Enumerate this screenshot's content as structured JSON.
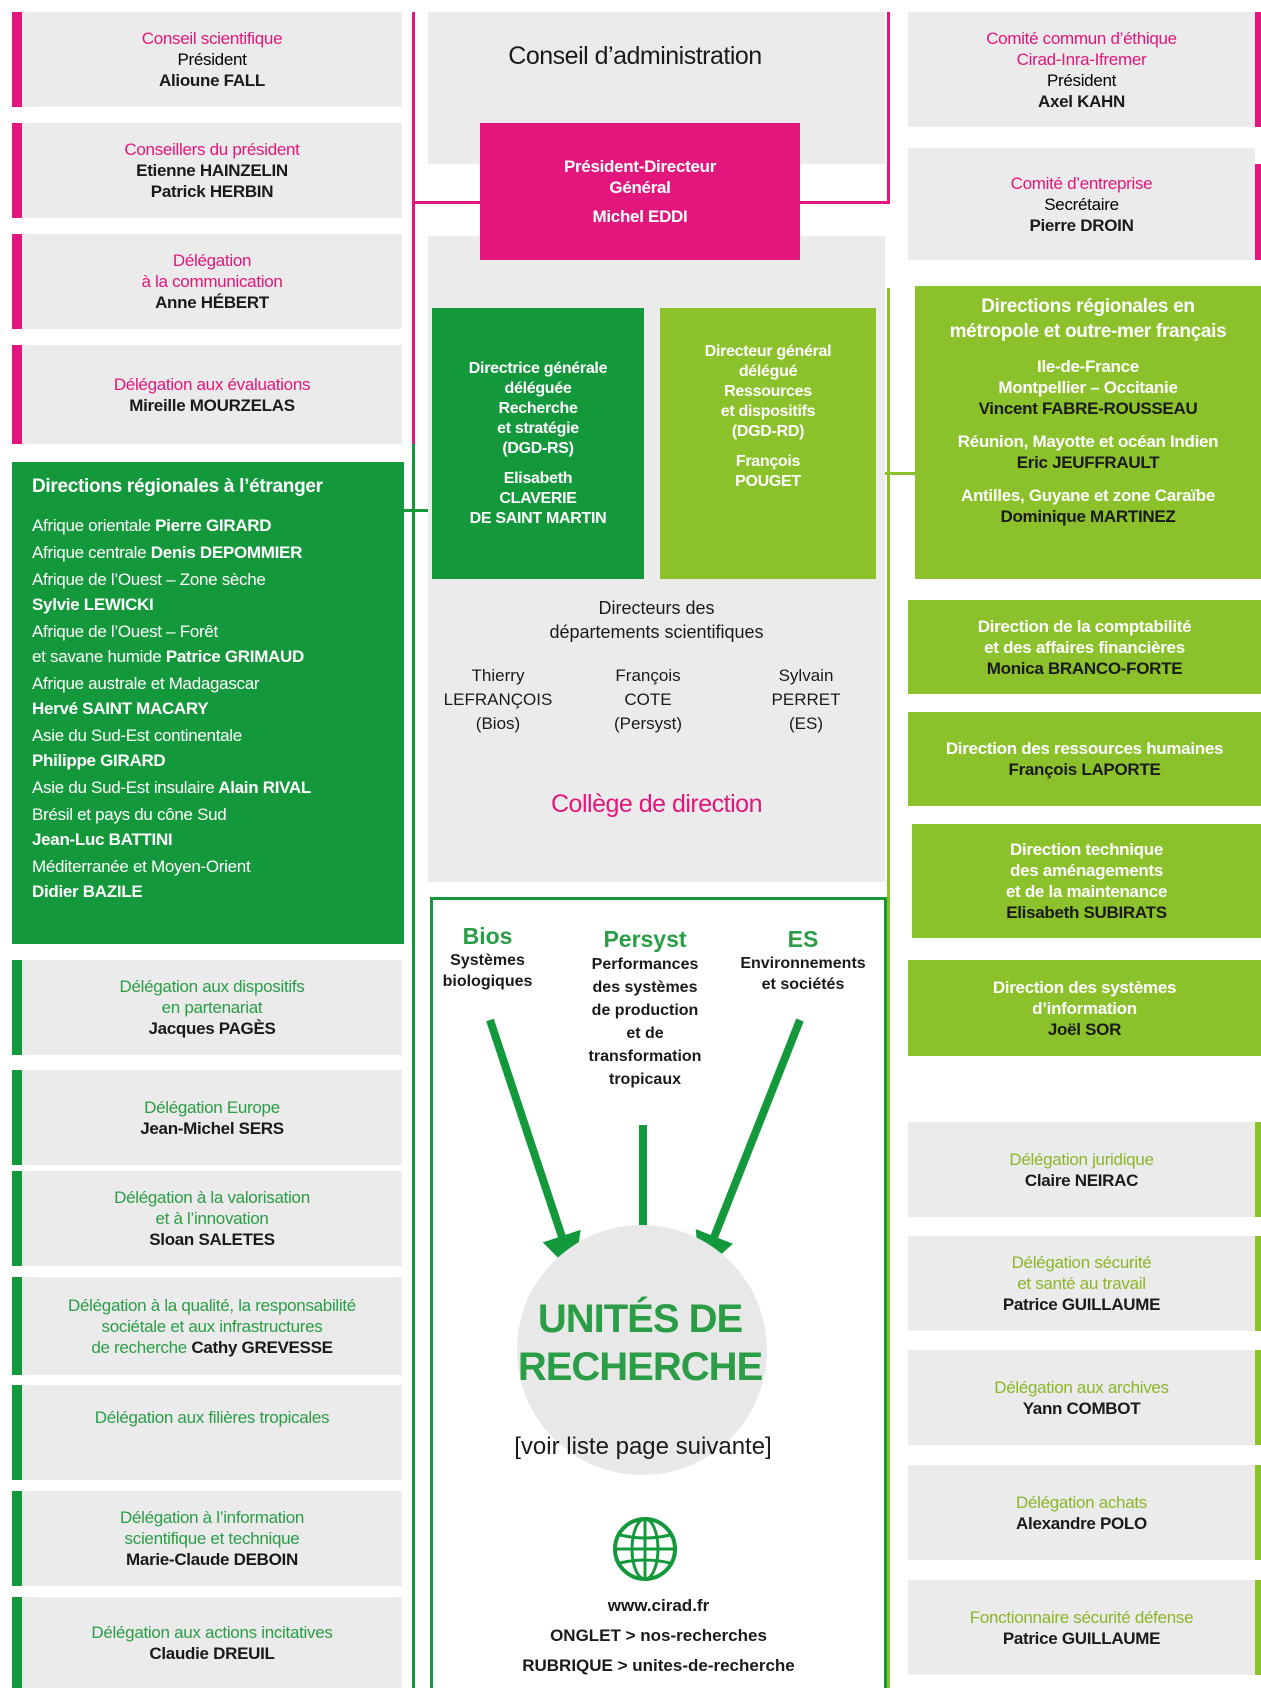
{
  "colors": {
    "pink": "#e2167c",
    "dark_green": "#14983c",
    "light_green": "#8bc12a",
    "grey": "#ebebeb"
  },
  "left": {
    "conseil": {
      "title": "Conseil scientifique",
      "role": "Président",
      "name": "Alioune FALL"
    },
    "conseillers": {
      "title": "Conseillers du président",
      "names": [
        "Etienne HAINZELIN",
        "Patrick HERBIN"
      ]
    },
    "communication": {
      "title1": "Délégation",
      "title2": "à la communication",
      "name": "Anne HÉBERT"
    },
    "evaluations": {
      "title": "Délégation aux évaluations",
      "name": "Mireille MOURZELAS"
    },
    "foreign": {
      "header": "Directions régionales à l’étranger",
      "items": [
        {
          "l1": "Afrique orientale",
          "n1": "Pierre GIRARD"
        },
        {
          "l1": "Afrique centrale",
          "n1": "Denis DEPOMMIER"
        },
        {
          "l1": "Afrique de l’Ouest – Zone sèche",
          "n2": "Sylvie LEWICKI"
        },
        {
          "l1": "Afrique de l’Ouest – Forêt",
          "l2": "et savane humide",
          "n1": "Patrice GRIMAUD"
        },
        {
          "l1": "Afrique australe et Madagascar",
          "n2": "Hervé SAINT MACARY"
        },
        {
          "l1": "Asie du Sud-Est continentale",
          "n2": "Philippe GIRARD"
        },
        {
          "l1": "Asie du Sud-Est insulaire",
          "n1": "Alain RIVAL"
        },
        {
          "l1": "Brésil et pays du cône Sud",
          "n2": "Jean-Luc BATTINI"
        },
        {
          "l1": "Méditerranée et Moyen-Orient",
          "n2": "Didier BAZILE"
        }
      ]
    },
    "dispositifs": {
      "t1": "Délégation aux dispositifs",
      "t2": "en partenariat",
      "name": "Jacques PAGÈS"
    },
    "europe": {
      "t1": "Délégation Europe",
      "name": "Jean-Michel SERS"
    },
    "valorisation": {
      "t1": "Délégation à la valorisation",
      "t2": "et à l’innovation",
      "name": "Sloan SALETES"
    },
    "qualite": {
      "t1": "Délégation à la qualité, la responsabilité",
      "t2": "sociétale et aux infrastructures",
      "t3": "de recherche",
      "name": "Cathy GREVESSE"
    },
    "filieres": {
      "t1": "Délégation aux filières tropicales"
    },
    "ist": {
      "t1": "Délégation à l’information",
      "t2": "scientifique et technique",
      "name": "Marie-Claude DEBOIN"
    },
    "actions": {
      "t1": "Délégation aux actions incitatives",
      "name": "Claudie DREUIL"
    }
  },
  "center": {
    "ca": "Conseil d’administration",
    "pdg": {
      "t1": "Président-Directeur",
      "t2": "Général",
      "name": "Michel EDDI"
    },
    "dgdrs": {
      "lines": [
        "Directrice générale",
        "déléguée",
        "Recherche",
        "et stratégie",
        "(DGD-RS)"
      ],
      "names": [
        "Elisabeth",
        "CLAVERIE",
        "DE SAINT MARTIN"
      ]
    },
    "dgdrd": {
      "lines": [
        "Directeur général",
        "délégué",
        "Ressources",
        "et dispositifs",
        "(DGD-RD)"
      ],
      "names": [
        "François",
        "POUGET"
      ]
    },
    "dirdep": {
      "t1": "Directeurs des",
      "t2": "départements scientifiques"
    },
    "deps": [
      {
        "a": "Thierry",
        "b": "LEFRANÇOIS",
        "c": "(Bios)"
      },
      {
        "a": "François",
        "b": "COTE",
        "c": "(Persyst)"
      },
      {
        "a": "Sylvain",
        "b": "PERRET",
        "c": "(ES)"
      }
    ],
    "college": "Collège de direction",
    "departments": [
      {
        "name": "Bios",
        "desc": [
          "Systèmes",
          "biologiques"
        ]
      },
      {
        "name": "Persyst",
        "desc": [
          "Performances",
          "des systèmes",
          "de production",
          "et de",
          "transformation",
          "tropicaux"
        ]
      },
      {
        "name": "ES",
        "desc": [
          "Environnements",
          "et sociétés"
        ]
      }
    ],
    "units1": "UNITÉS DE",
    "units2": "RECHERCHE",
    "units_note": "[voir liste page suivante]",
    "url": "www.cirad.fr",
    "onglet": "ONGLET > nos-recherches",
    "rubrique": "RUBRIQUE > unites-de-recherche"
  },
  "right": {
    "ethique": {
      "t1": "Comité commun d’éthique",
      "t2": "Cirad-Inra-Ifremer",
      "role": "Président",
      "name": "Axel KAHN"
    },
    "entreprise": {
      "t1": "Comité d’entreprise",
      "role": "Secrétaire",
      "name": "Pierre DROIN"
    },
    "metro": {
      "h1": "Directions régionales en",
      "h2": "métropole et outre-mer français",
      "items": [
        {
          "a": "Ile-de-France",
          "b": "Montpellier – Occitanie",
          "name": "Vincent FABRE-ROUSSEAU"
        },
        {
          "a": "Réunion, Mayotte et océan Indien",
          "name": "Eric JEUFFRAULT"
        },
        {
          "a": "Antilles, Guyane et zone Caraïbe",
          "name": "Dominique MARTINEZ"
        }
      ]
    },
    "compta": {
      "t1": "Direction de la comptabilité",
      "t2": "et des affaires financières",
      "name": "Monica BRANCO-FORTE"
    },
    "rh": {
      "t1": "Direction des ressources humaines",
      "name": "François LAPORTE"
    },
    "technique": {
      "t1": "Direction technique",
      "t2": "des aménagements",
      "t3": "et de la maintenance",
      "name": "Elisabeth SUBIRATS"
    },
    "si": {
      "t1": "Direction des systèmes",
      "t2": "d’information",
      "name": "Joël SOR"
    },
    "juridique": {
      "t1": "Délégation juridique",
      "name": "Claire NEIRAC"
    },
    "securite": {
      "t1": "Délégation sécurité",
      "t2": "et santé au travail",
      "name": "Patrice GUILLAUME"
    },
    "archives": {
      "t1": "Délégation aux archives",
      "name": "Yann COMBOT"
    },
    "achats": {
      "t1": "Délégation achats",
      "name": "Alexandre POLO"
    },
    "defense": {
      "t1": "Fonctionnaire sécurité défense",
      "name": "Patrice GUILLAUME"
    }
  }
}
